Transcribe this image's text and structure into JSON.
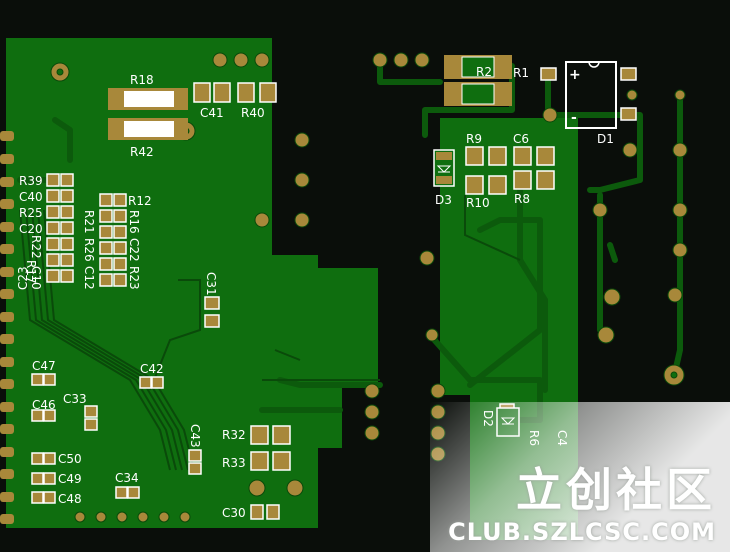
{
  "labels": {
    "R18": "R18",
    "R42": "R42",
    "C41": "C41",
    "R40": "R40",
    "R2": "R2",
    "R1": "R1",
    "D1": "D1",
    "R9": "R9",
    "C6": "C6",
    "D3": "D3",
    "R10": "R10",
    "R8": "R8",
    "R39": "R39",
    "C40": "C40",
    "R25": "R25",
    "C20": "C20",
    "C23": "C23",
    "R12": "R12",
    "R21": "R21",
    "R16": "R16",
    "R22": "R22",
    "R26": "R26",
    "C22": "C22",
    "C10": "C10",
    "C12": "C12",
    "R17": "R17",
    "R23": "R23",
    "C31": "C31",
    "C47": "C47",
    "C42": "C42",
    "C33": "C33",
    "C46": "C46",
    "C43": "C43",
    "R32": "R32",
    "R33": "R33",
    "C50": "C50",
    "C49": "C49",
    "C48": "C48",
    "C34": "C34",
    "C30": "C30",
    "D2": "D2",
    "R6": "R6",
    "C4": "C4"
  },
  "polarity": {
    "plus": "+",
    "minus": "-"
  },
  "watermark": {
    "chinese": "立创社区",
    "url": "CLUB.SZLCSC.COM"
  },
  "colors": {
    "board": "#0f6e0f",
    "trace": "#0c5a0c",
    "pad": "#a8883a",
    "silk": "#ffffff",
    "background": "#0a0e0a"
  }
}
